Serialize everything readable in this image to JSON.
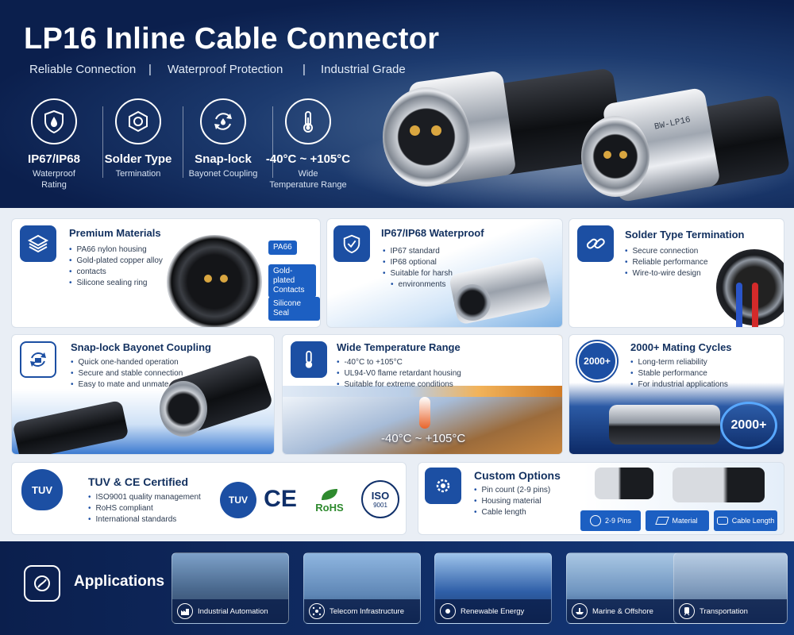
{
  "hero": {
    "title": "LP16 Inline Cable Connector",
    "taglines": [
      "Reliable Connection",
      "Waterproof Protection",
      "Industrial Grade"
    ],
    "separator": "|",
    "connector_label": "BW-LP16",
    "features": [
      {
        "icon": "water-shield-icon",
        "title": "IP67/IP68",
        "sub1": "Waterproof",
        "sub2": "Rating"
      },
      {
        "icon": "hex-nut-icon",
        "title": "Solder Type",
        "sub1": "Termination",
        "sub2": ""
      },
      {
        "icon": "rotate-arrows-icon",
        "title": "Snap-lock",
        "sub1": "Bayonet Coupling",
        "sub2": ""
      },
      {
        "icon": "thermometer-icon",
        "title": "-40°C ~ +105°C",
        "sub1": "Wide",
        "sub2": "Temperature Range"
      }
    ]
  },
  "cards": {
    "materials": {
      "title": "Premium Materials",
      "bullets": [
        "PA66 nylon housing",
        "Gold-plated copper alloy",
        "contacts",
        "Silicone sealing ring"
      ],
      "callouts": [
        "PA66",
        "Gold-plated Contacts",
        "Silicone Seal"
      ]
    },
    "waterproof": {
      "title": "IP67/IP68 Waterproof",
      "bullets": [
        "IP67 standard",
        "IP68 optional",
        "Suitable for harsh",
        "environments"
      ]
    },
    "solder": {
      "title": "Solder Type Termination",
      "bullets": [
        "Secure connection",
        "Reliable performance",
        "Wire-to-wire design"
      ]
    },
    "snaplock": {
      "title": "Snap-lock Bayonet Coupling",
      "bullets": [
        "Quick one-handed operation",
        "Secure and stable connection",
        "Easy to mate and unmate"
      ]
    },
    "temperature": {
      "title": "Wide Temperature Range",
      "bullets": [
        "-40°C to +105°C",
        "UL94-V0 flame retardant housing",
        "Suitable for extreme conditions"
      ],
      "overlay": "-40°C ~ +105°C"
    },
    "cycles": {
      "title": "2000+ Mating Cycles",
      "bullets": [
        "Long-term reliability",
        "Stable performance",
        "For industrial applications"
      ],
      "icon_text": "2000+",
      "overlay": "2000+"
    },
    "certified": {
      "title": "TUV & CE Certified",
      "bullets": [
        "ISO9001 quality management",
        "RoHS compliant",
        "International standards"
      ],
      "icon_text": "TUV",
      "logos": {
        "tuv": "TUV",
        "ce": "CE",
        "rohs": "RoHS",
        "iso": "ISO",
        "iso_num": "9001"
      }
    },
    "custom": {
      "title": "Custom Options",
      "bullets": [
        "Pin count (2-9 pins)",
        "Housing material",
        "Cable length"
      ],
      "pills": [
        "2-9 Pins",
        "Material",
        "Cable Length"
      ]
    }
  },
  "applications": {
    "title": "Applications",
    "items": [
      {
        "label": "Industrial Automation",
        "icon": "factory-icon"
      },
      {
        "label": "Telecom Infrastructure",
        "icon": "network-icon"
      },
      {
        "label": "Renewable Energy",
        "icon": "sun-icon"
      },
      {
        "label": "Marine & Offshore",
        "icon": "ship-icon"
      },
      {
        "label": "Transportation",
        "icon": "train-icon"
      }
    ]
  }
}
